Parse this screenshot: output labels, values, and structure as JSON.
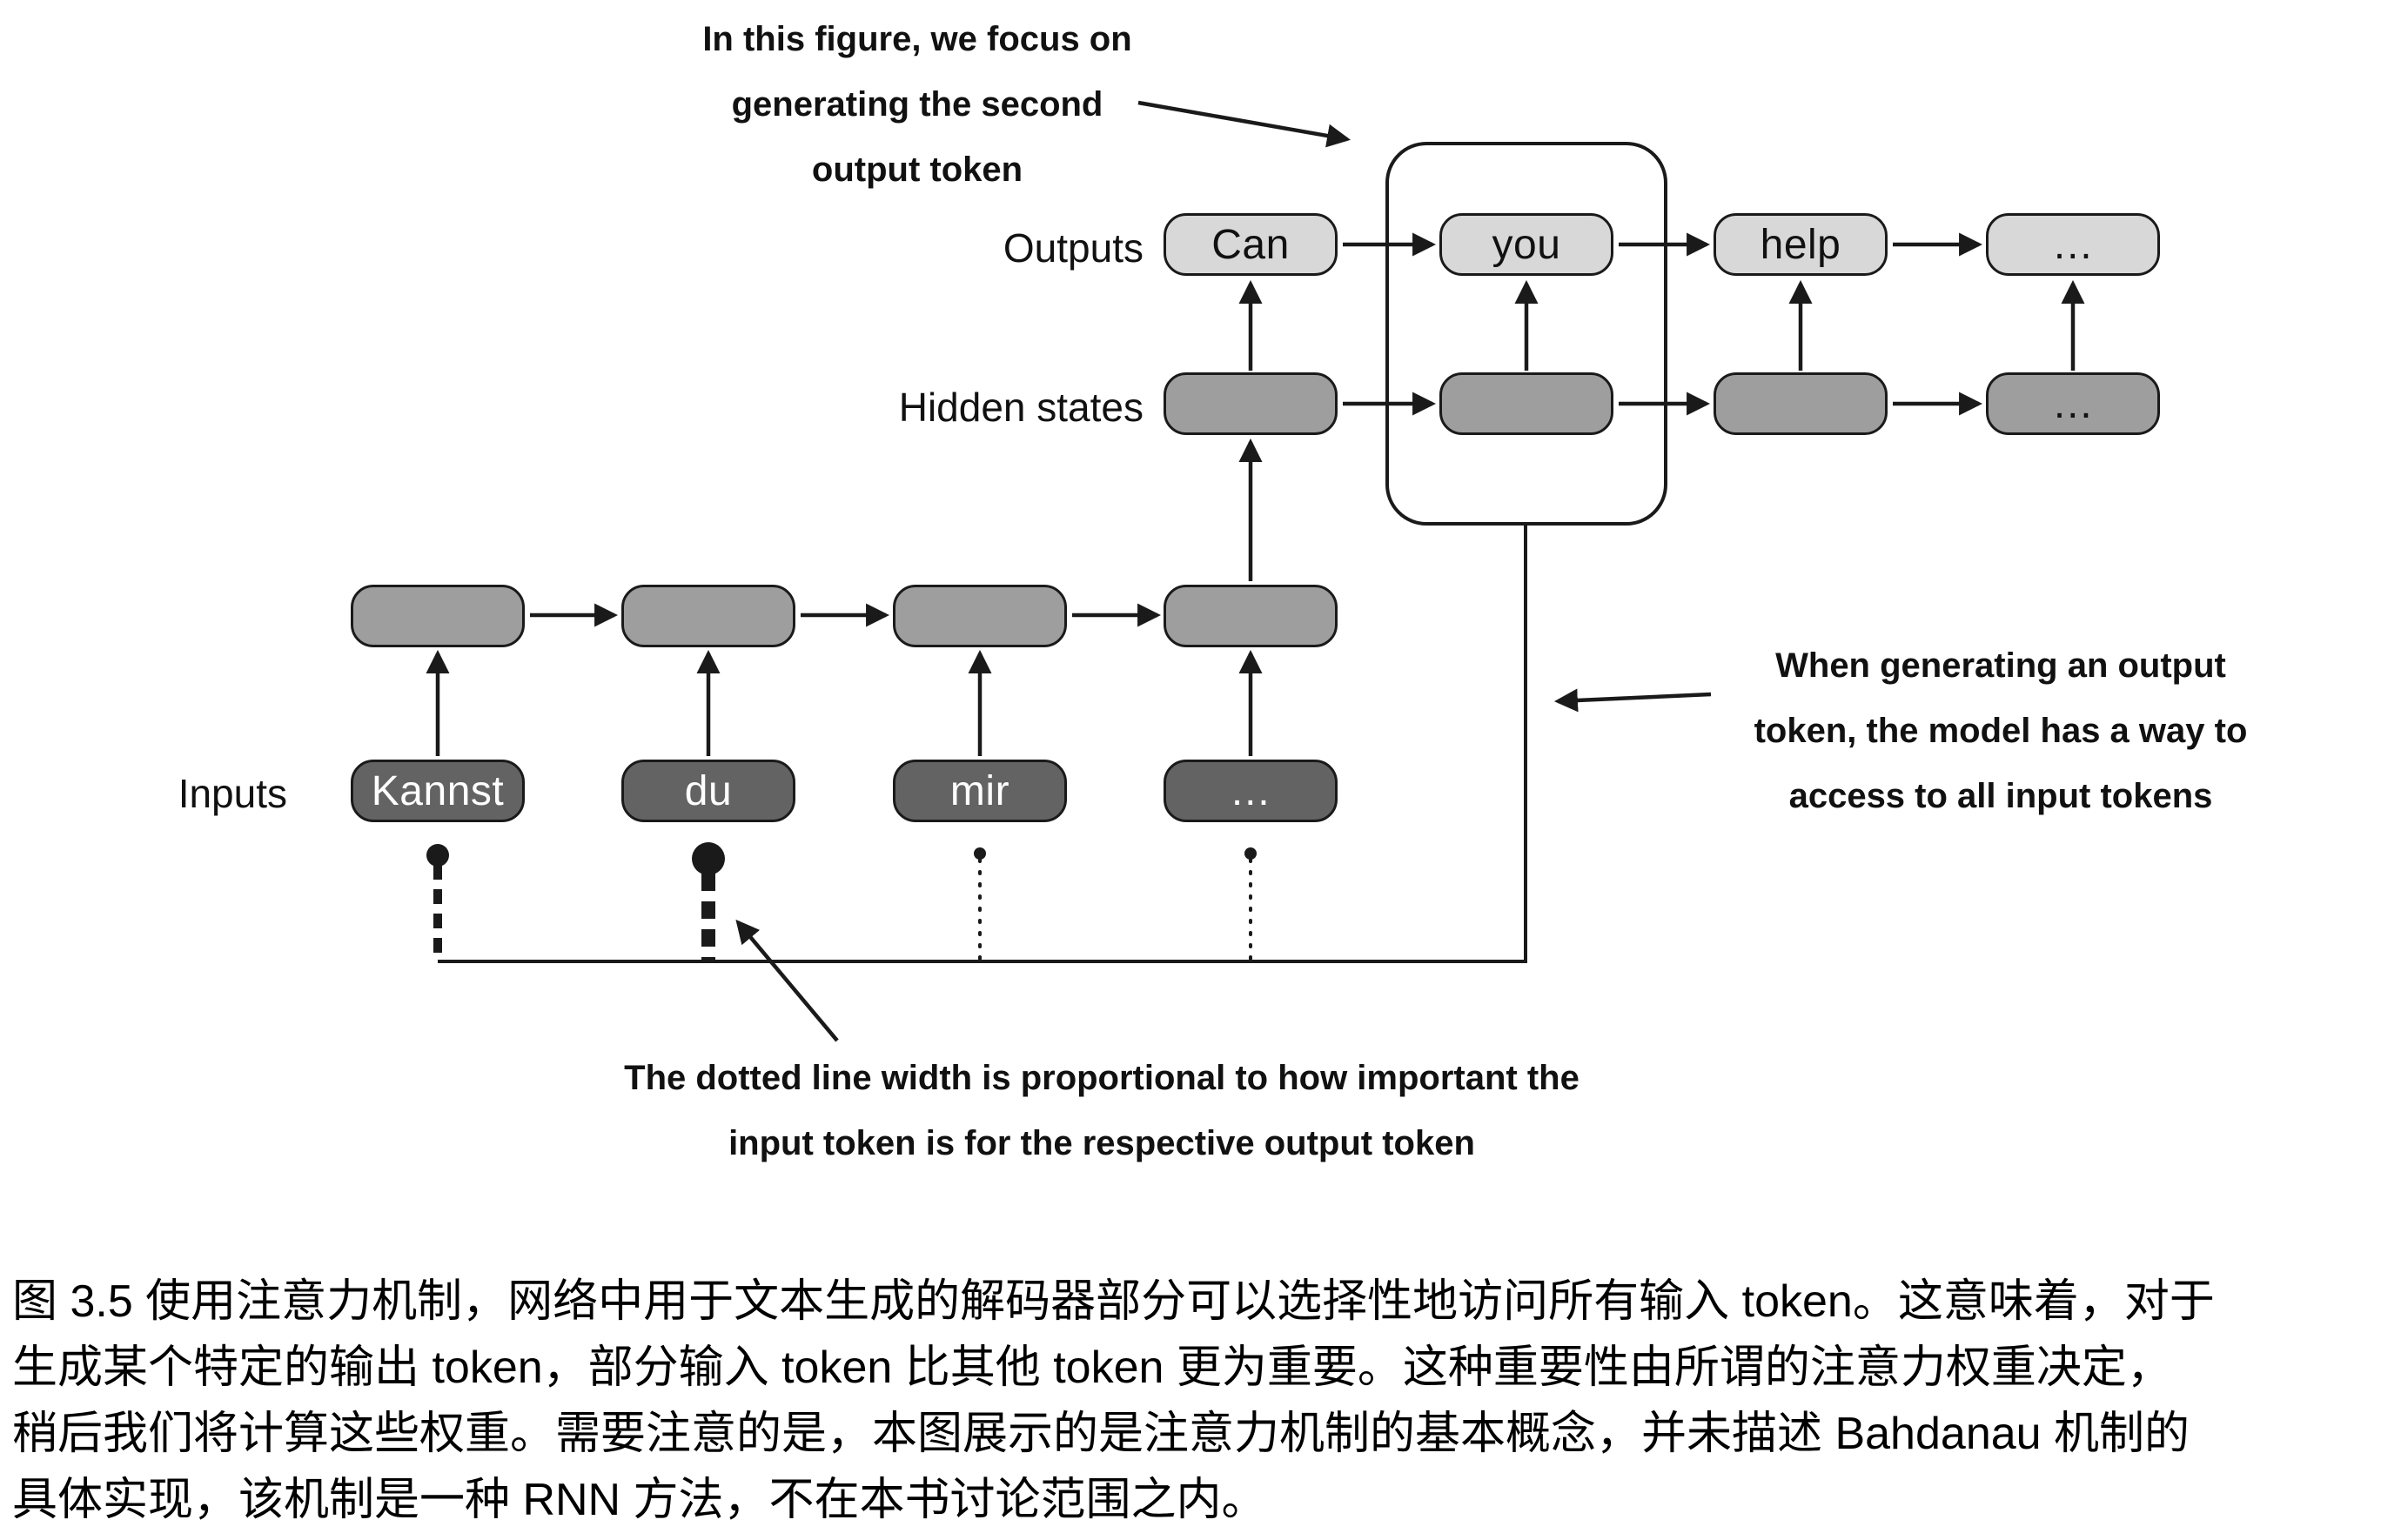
{
  "labels": {
    "outputs": "Outputs",
    "hidden_states": "Hidden states",
    "inputs": "Inputs"
  },
  "outputs": [
    "Can",
    "you",
    "help",
    "…"
  ],
  "hidden_states": [
    "",
    "",
    "",
    "…"
  ],
  "inputs": [
    "Kannst",
    "du",
    "mir",
    "…"
  ],
  "annotations": {
    "focus": [
      "In this figure, we focus on",
      "generating the second",
      "output token"
    ],
    "access": [
      "When generating an output",
      "token, the model has a way to",
      "access to all input tokens"
    ],
    "dotted_width": [
      "The dotted line width is proportional to how important the",
      "input token is for the respective output token"
    ]
  },
  "caption_lines": [
    "图 3.5 使用注意力机制，网络中用于文本生成的解码器部分可以选择性地访问所有输入 token。这意味着，对于",
    "生成某个特定的输出 token，部分输入 token 比其他 token 更为重要。这种重要性由所谓的注意力权重决定，",
    "稍后我们将计算这些权重。需要注意的是，本图展示的是注意力机制的基本概念，并未描述 Bahdanau 机制的",
    "具体实现，该机制是一种 RNN 方法，不在本书讨论范围之内。"
  ],
  "colors": {
    "output_box_fill": "#d8d8d8",
    "hidden_box_fill": "#9e9e9e",
    "input_box_fill": "#636363",
    "stroke": "#1a1a1a"
  }
}
